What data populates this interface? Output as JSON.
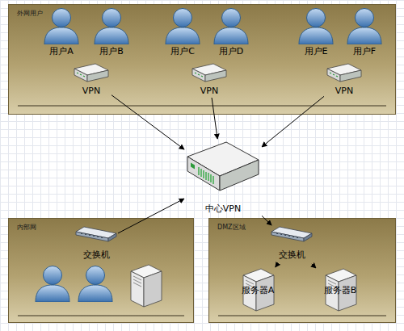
{
  "diagram": {
    "nodes": [
      {
        "text": [
          "外网用户"
        ]
      },
      {
        "text": [
          "用户A"
        ],
        "in": 0
      },
      {
        "text": [
          "用户B"
        ],
        "in": 0
      },
      {
        "text": [
          "用户C"
        ],
        "in": 0
      },
      {
        "text": [
          "用户D"
        ],
        "in": 0
      },
      {
        "text": [
          "用户E"
        ],
        "in": 0
      },
      {
        "text": [
          "用户F"
        ],
        "in": 0
      },
      {
        "text": [
          "VPN"
        ],
        "in": 0
      },
      {
        "text": [
          "VPN"
        ],
        "in": 0
      },
      {
        "text": [
          "VPN"
        ],
        "in": 0
      },
      {
        "text": [
          "中心VPN"
        ]
      },
      {
        "text": [
          "内部网"
        ]
      },
      {
        "text": [
          "交换机"
        ],
        "in": 11
      },
      {
        "text": [
          "DMZ区域"
        ]
      },
      {
        "text": [
          "交换机"
        ],
        "in": 13
      },
      {
        "text": [
          "服务器A"
        ],
        "in": 13
      },
      {
        "text": [
          "服务器B"
        ],
        "in": 13
      }
    ],
    "edges": [
      {
        "from": 7,
        "to": 10,
        "arrow": "to"
      },
      {
        "from": 8,
        "to": 10,
        "arrow": "to"
      },
      {
        "from": 9,
        "to": 10,
        "arrow": "to"
      },
      {
        "from": 12,
        "to": 10,
        "arrow": "to"
      },
      {
        "from": 10,
        "to": 14,
        "arrow": "to"
      },
      {
        "from": 14,
        "to": 15,
        "arrow": "to"
      },
      {
        "from": 14,
        "to": 16,
        "arrow": "to"
      }
    ]
  }
}
